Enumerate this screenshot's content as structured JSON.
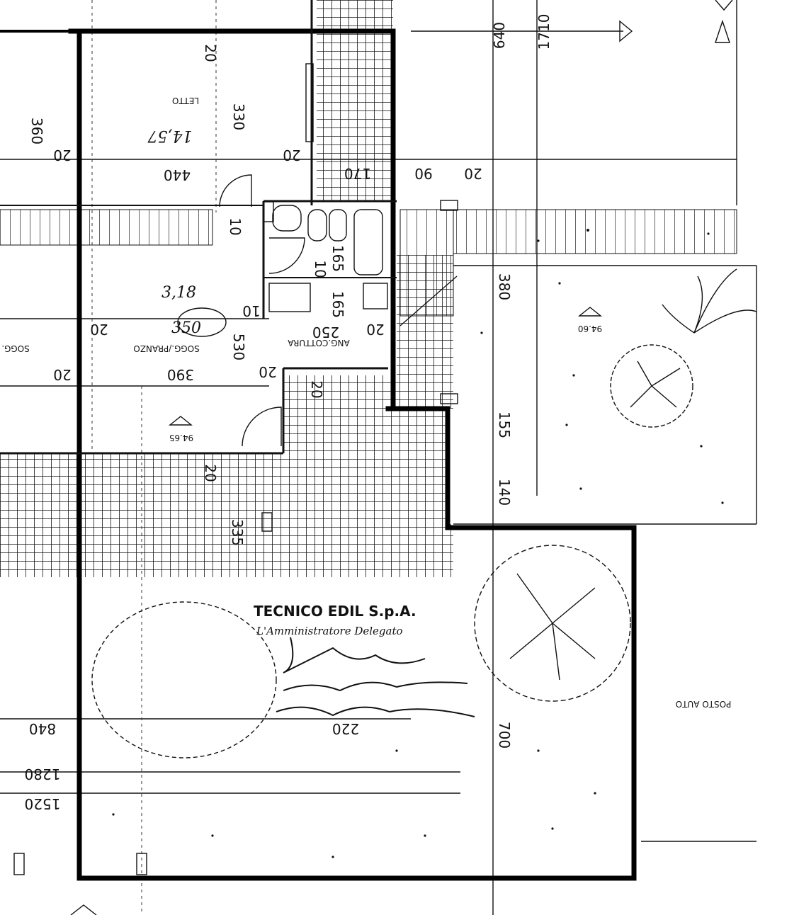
{
  "dimensions": {
    "d640": "640",
    "d1710": "1710",
    "d20_top": "20",
    "d330": "330",
    "d20_mid": "20",
    "d20_left": "20",
    "d360": "360",
    "d440": "440",
    "d170": "170",
    "d90": "90",
    "d20_right": "20",
    "d10_a": "10",
    "d165_a": "165",
    "d10_b": "10",
    "d165_b": "165",
    "d10_c": "10",
    "d20_c": "20",
    "d380": "380",
    "d530": "530",
    "d250": "250",
    "d20_d": "20",
    "d390": "390",
    "d20_e": "20",
    "d20_f": "20",
    "d20_g": "20",
    "d155": "155",
    "d140": "140",
    "d20_h": "20",
    "d335": "335",
    "d700": "700",
    "d220": "220",
    "d840": "840",
    "d1280": "1280",
    "d1520": "1520"
  },
  "rooms": {
    "letto": "LETTO",
    "letto_area": "14,57",
    "sogg_pranzo": "SOGG./PRANZO",
    "sogg_left": "SOGG.",
    "ang_cottura": "ANG.COTTURA",
    "posto_auto": "POSTO AUTO"
  },
  "levels": {
    "level_9465": "94.65",
    "level_9460": "94.60"
  },
  "stamp": {
    "company": "TECNICO EDIL S.p.A.",
    "role": "L'Amministratore Delegato"
  },
  "handwriting": {
    "h1": "3,18",
    "h2": "350"
  }
}
